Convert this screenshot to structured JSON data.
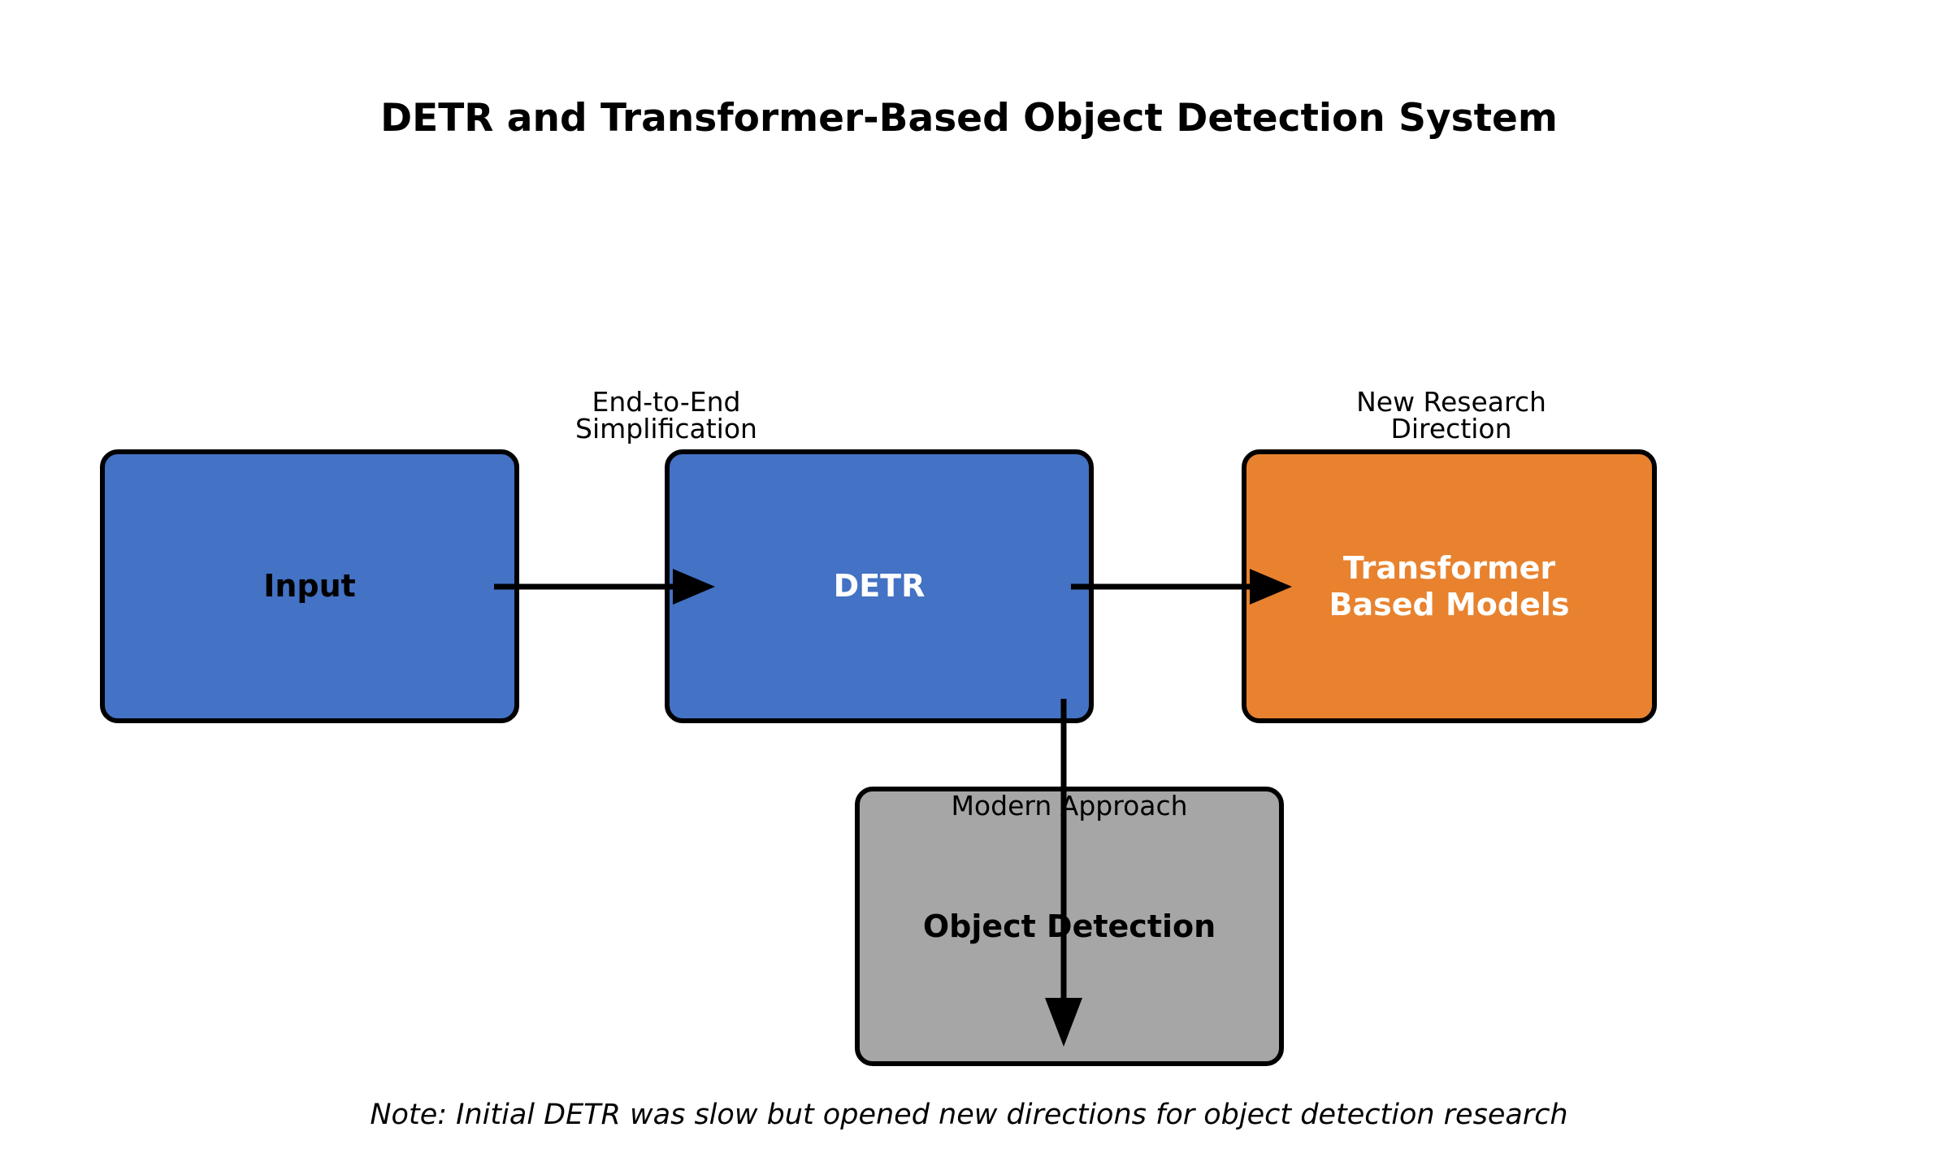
{
  "title": "DETR and Transformer-Based Object Detection System",
  "footer_note": "Note: Initial DETR was slow but opened new directions for object detection research",
  "colors": {
    "background": "#ffffff",
    "node_blue": "#4472C4",
    "node_orange": "#E8822F",
    "node_gray": "#A6A6A6",
    "stroke": "#000000",
    "text_dark": "#000000",
    "text_light": "#ffffff"
  },
  "nodes": [
    {
      "id": "input",
      "label": "Input",
      "fill": "#4472C4",
      "text_color": "#000000"
    },
    {
      "id": "detr",
      "label": "DETR",
      "fill": "#4472C4",
      "text_color": "#ffffff"
    },
    {
      "id": "transformer",
      "label": "Transformer\nBased Models",
      "fill": "#E8822F",
      "text_color": "#ffffff"
    },
    {
      "id": "object_detection",
      "label": "Object Detection",
      "fill": "#A6A6A6",
      "text_color": "#000000"
    }
  ],
  "edges": [
    {
      "id": "input-to-detr",
      "from": "input",
      "to": "detr",
      "label": "End-to-End\nSimplification",
      "direction": "right"
    },
    {
      "id": "detr-to-transformer",
      "from": "detr",
      "to": "transformer",
      "label": "New Research\nDirection",
      "direction": "right"
    },
    {
      "id": "detr-to-object-detection",
      "from": "detr",
      "to": "object_detection",
      "label": "Modern Approach",
      "direction": "down"
    }
  ]
}
